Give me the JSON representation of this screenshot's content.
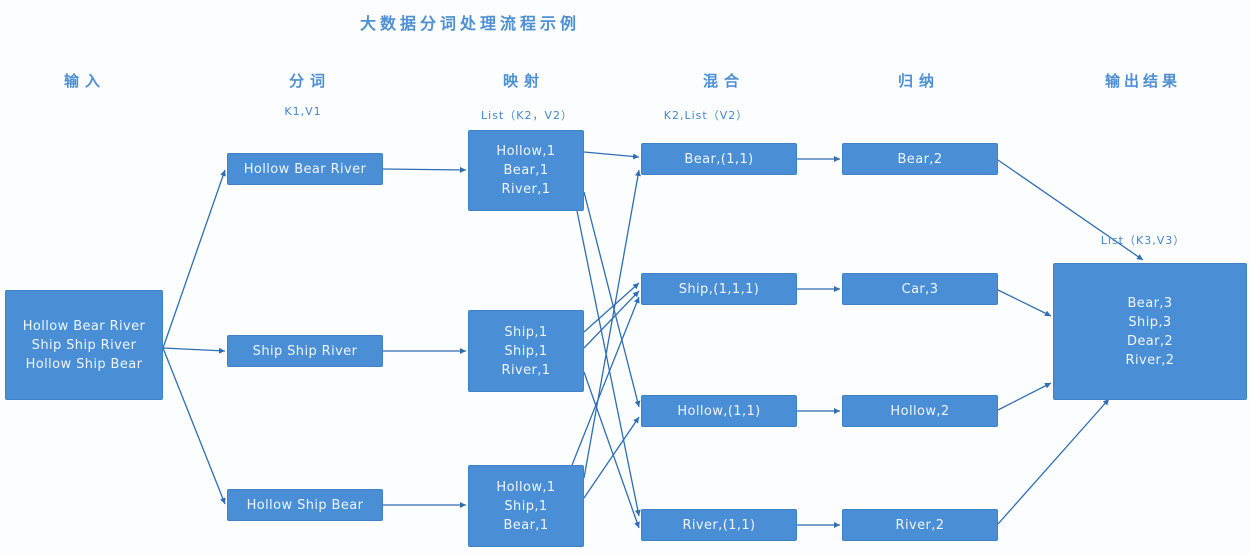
{
  "title": "大数据分词处理流程示例",
  "colors": {
    "bg": "#fcfdfe",
    "box": "#4a8ed6",
    "box_border": "#3d82c6",
    "box_text": "#eef5fc",
    "heading": "#4e90d3",
    "sublabel": "#4287ce",
    "line": "#2f6eb3"
  },
  "columns": [
    {
      "label": "输入",
      "sublabel": ""
    },
    {
      "label": "分词",
      "sublabel": "K1,V1"
    },
    {
      "label": "映射",
      "sublabel": "List（K2，V2）"
    },
    {
      "label": "混合",
      "sublabel": "K2,List（V2）"
    },
    {
      "label": "归纳",
      "sublabel": ""
    },
    {
      "label": "输出结果",
      "sublabel": "List（K3,V3）"
    }
  ],
  "nodes": {
    "input": {
      "lines": [
        "Hollow Bear River",
        "Ship Ship River",
        "Hollow Ship Bear"
      ]
    },
    "segments": [
      "Hollow Bear River",
      "Ship Ship River",
      "Hollow Ship Bear"
    ],
    "maps": [
      [
        "Hollow,1",
        "Bear,1",
        "River,1"
      ],
      [
        "Ship,1",
        "Ship,1",
        "River,1"
      ],
      [
        "Hollow,1",
        "Ship,1",
        "Bear,1"
      ]
    ],
    "shuffles": [
      "Bear,(1,1)",
      "Ship,(1,1,1)",
      "Hollow,(1,1)",
      "River,(1,1)"
    ],
    "reduces": [
      "Bear,2",
      "Car,3",
      "Hollow,2",
      "River,2"
    ],
    "output": {
      "lines": [
        "Bear,3",
        "Ship,3",
        "Dear,2",
        "River,2"
      ]
    }
  }
}
